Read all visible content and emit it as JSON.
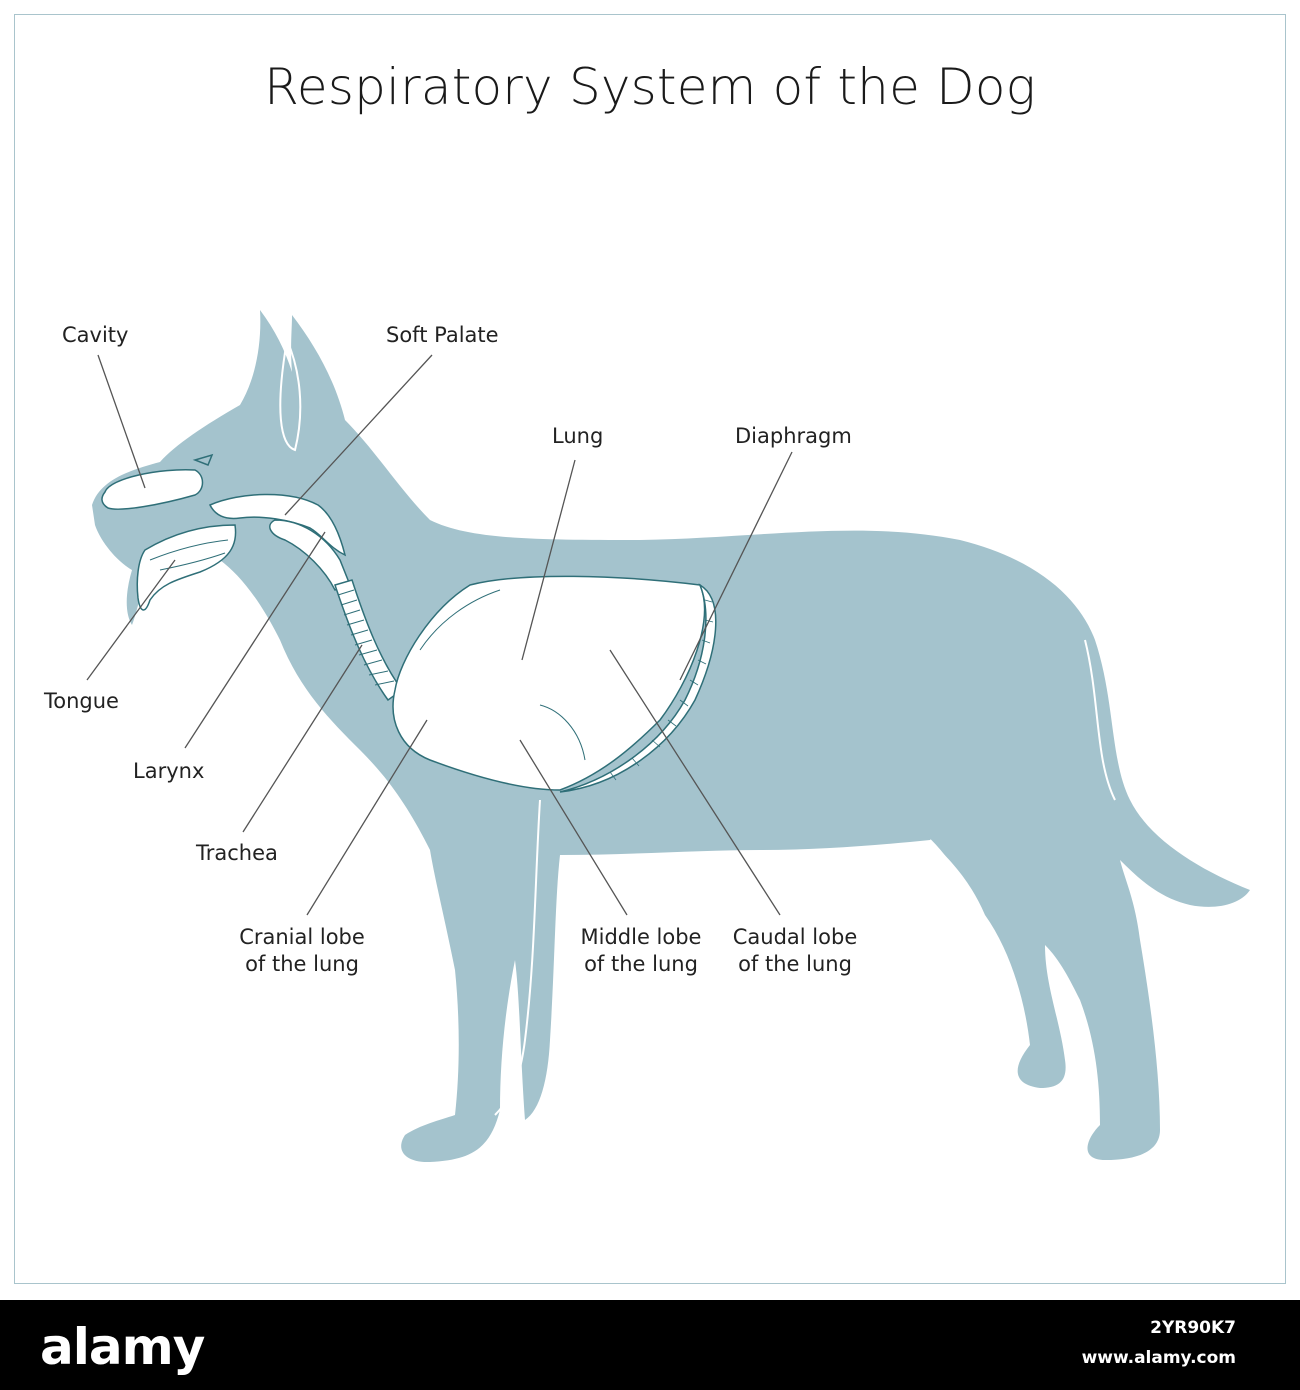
{
  "title": "Respiratory System of the Dog",
  "colors": {
    "body": "#a4c3cd",
    "organ": "#ffffff",
    "outline": "#2f6f78",
    "frame": "#a9c4cc",
    "leader": "#555555"
  },
  "labels": {
    "cavity": "Cavity",
    "soft_palate": "Soft Palate",
    "lung": "Lung",
    "diaphragm": "Diaphragm",
    "tongue": "Tongue",
    "larynx": "Larynx",
    "trachea": "Trachea",
    "cranial_1": "Cranial lobe",
    "cranial_2": "of the lung",
    "middle_1": "Middle lobe",
    "middle_2": "of the lung",
    "caudal_1": "Caudal lobe",
    "caudal_2": "of the lung"
  },
  "footer": {
    "brand": "alamy",
    "image_id": "2YR90K7",
    "site": "www.alamy.com"
  }
}
